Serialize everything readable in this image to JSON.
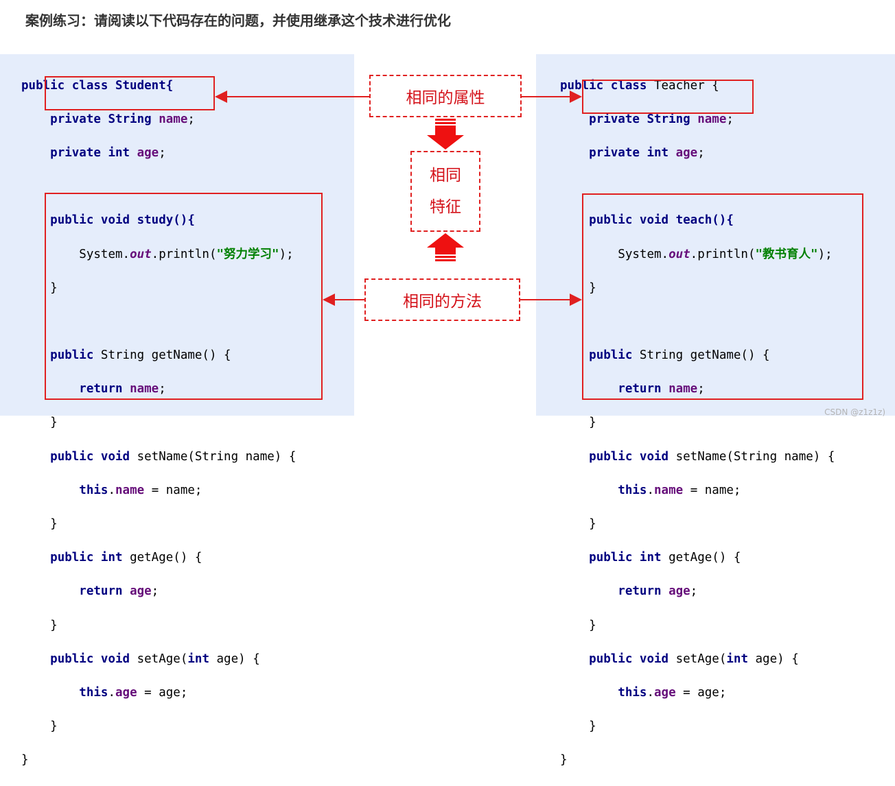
{
  "title": "案例练习：请阅读以下代码存在的问题，并使用继承这个技术进行优化",
  "labels": {
    "same_attributes": "相同的属性",
    "same_features_line1": "相同",
    "same_features_line2": "特征",
    "same_methods": "相同的方法"
  },
  "student": {
    "class_kw": "public class",
    "class_name": "Student{",
    "field_name_type": "private String",
    "field_name": "name",
    "field_age_type": "private int",
    "field_age": "age",
    "method_sig": "public void study(){",
    "print_prefix": "System.",
    "print_out": "out",
    "print_call": ".println(",
    "print_str": "\"努力学习\"",
    "print_end": ");"
  },
  "teacher": {
    "class_kw": "public class",
    "class_name": "Teacher {",
    "field_name_type": "private String",
    "field_name": "name",
    "field_age_type": "private int",
    "field_age": "age",
    "method_sig": "public void teach(){",
    "print_prefix": "System.",
    "print_out": "out",
    "print_call": ".println(",
    "print_str": "\"教书育人\"",
    "print_end": ");"
  },
  "methods": {
    "get_name_kw": "public",
    "get_name_sig": "String getName() {",
    "return_kw": "return",
    "name_field": "name",
    "set_name_kw": "public void",
    "set_name_sig": "setName(String name) {",
    "this_kw": "this",
    "set_name_assign": " = name;",
    "get_age_kw": "public int",
    "get_age_sig": "getAge() {",
    "age_field": "age",
    "set_age_kw": "public void",
    "set_age_sig": "setAge(",
    "set_age_int": "int",
    "set_age_rest": " age) {",
    "set_age_assign": " = age;",
    "close_brace": "}",
    "semicolon": ";"
  },
  "watermark": "CSDN @z1z1z)",
  "colors": {
    "accent_red": "#e02020",
    "panel_bg": "#e5edfb",
    "keyword": "#000080",
    "field": "#660e7a",
    "string": "#008000"
  }
}
